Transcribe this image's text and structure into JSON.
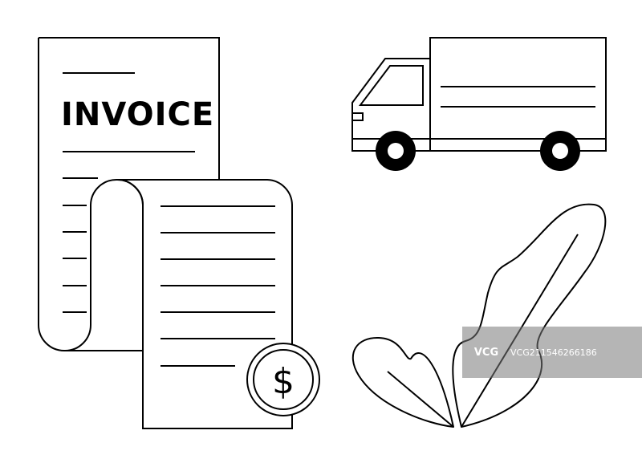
{
  "invoice": {
    "title": "INVOICE"
  },
  "coin": {
    "symbol": "$"
  },
  "watermark": {
    "logo_text": "VCG",
    "id_text": "VCG211546266186"
  },
  "colors": {
    "stroke": "#000000",
    "background": "#ffffff"
  }
}
